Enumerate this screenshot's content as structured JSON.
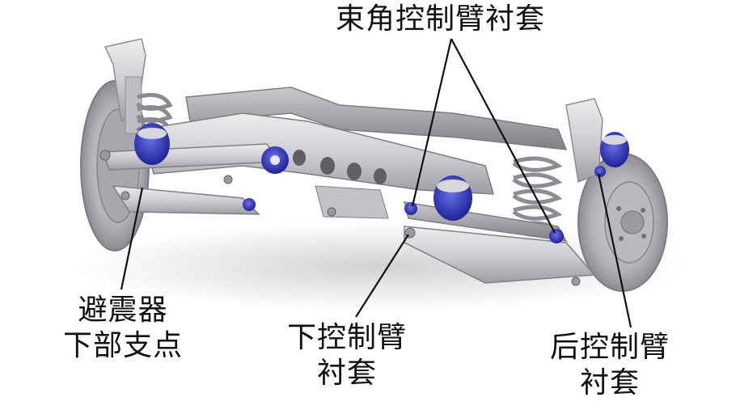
{
  "labels": {
    "toe_arm_bushing": "束角控制臂衬套",
    "shock_lower_mount_line1": "避震器",
    "shock_lower_mount_line2": "下部支点",
    "lower_arm_bushing_line1": "下控制臂",
    "lower_arm_bushing_line2": "衬套",
    "rear_arm_bushing_line1": "后控制臂",
    "rear_arm_bushing_line2": "衬套"
  },
  "colors": {
    "metal_light": "#d9d9dc",
    "metal_mid": "#b5b5ba",
    "metal_dark": "#8a8a90",
    "bushing_blue": "#2b2fb8",
    "bushing_highlight": "#6a6ee8",
    "leader_line": "#111111"
  }
}
